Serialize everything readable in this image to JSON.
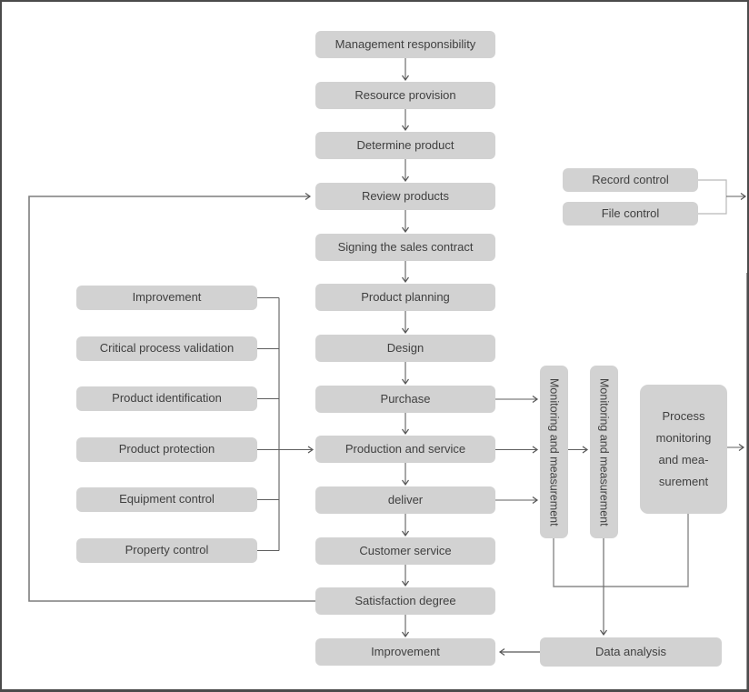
{
  "diagram": {
    "type": "flowchart",
    "background_color": "#ffffff",
    "node_fill_color": "#d2d2d2",
    "node_text_color": "#404040",
    "line_color": "#666666",
    "light_line_color": "#b9b9b9",
    "loop_line_color": "#8a8a8a"
  },
  "main_flow": [
    {
      "label": "Management responsibility"
    },
    {
      "label": "Resource provision"
    },
    {
      "label": "Determine product"
    },
    {
      "label": "Review products"
    },
    {
      "label": "Signing the sales contract"
    },
    {
      "label": "Product planning"
    },
    {
      "label": "Design"
    },
    {
      "label": "Purchase"
    },
    {
      "label": "Production and service"
    },
    {
      "label": "deliver"
    },
    {
      "label": "Customer service"
    },
    {
      "label": "Satisfaction degree"
    },
    {
      "label": "Improvement"
    }
  ],
  "left_column": [
    {
      "label": "Improvement"
    },
    {
      "label": "Critical process validation"
    },
    {
      "label": "Product identification"
    },
    {
      "label": "Product protection"
    },
    {
      "label": "Equipment control"
    },
    {
      "label": "Property control"
    }
  ],
  "record_file": [
    {
      "label": "Record control"
    },
    {
      "label": "File control"
    }
  ],
  "monitoring_columns": [
    {
      "label": "Monitoring and measurement"
    },
    {
      "label": "Monitoring and measurement"
    }
  ],
  "process_box": {
    "label": "Process monitoring and mea-surement",
    "lines": [
      "Process",
      "monitoring",
      "and mea-",
      "surement"
    ]
  },
  "data_analysis": {
    "label": "Data analysis"
  }
}
